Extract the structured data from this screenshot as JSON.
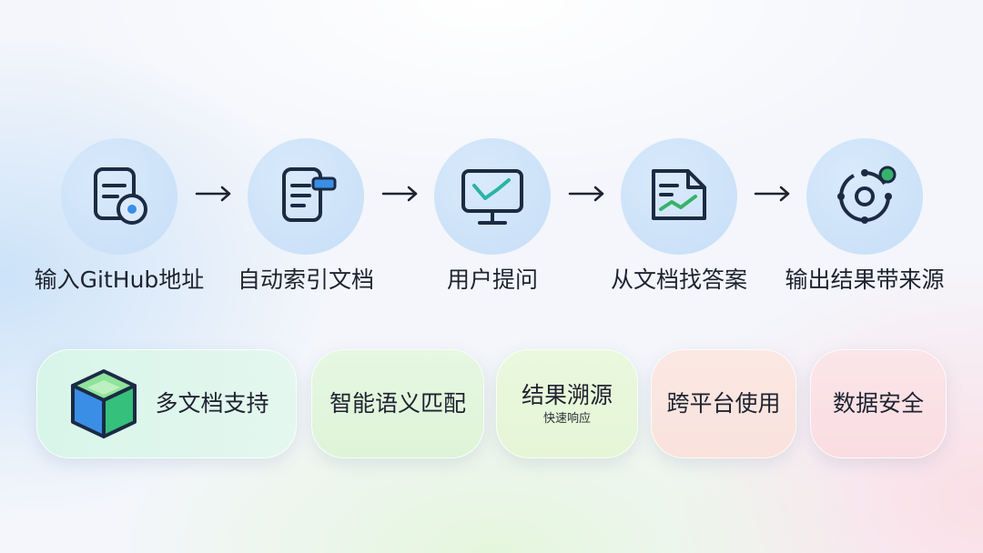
{
  "steps": [
    {
      "label": "输入GitHub地址",
      "icon": "document-settings-icon"
    },
    {
      "label": "自动索引文档",
      "icon": "document-index-icon"
    },
    {
      "label": "用户提问",
      "icon": "monitor-icon"
    },
    {
      "label": "从文档找答案",
      "icon": "document-chart-icon"
    },
    {
      "label": "输出结果带来源",
      "icon": "network-nodes-icon"
    }
  ],
  "arrow_icon": "arrow-right-icon",
  "features": [
    {
      "title": "多文档支持",
      "sub": "",
      "icon": "cube-icon"
    },
    {
      "title": "智能语义匹配",
      "sub": ""
    },
    {
      "title": "结果溯源",
      "sub": "快速响应"
    },
    {
      "title": "跨平台使用",
      "sub": ""
    },
    {
      "title": "数据安全",
      "sub": ""
    }
  ],
  "colors": {
    "icon_stroke": "#1c2a44",
    "accent_blue": "#3a8ee6",
    "accent_green": "#37b26c",
    "circle_fill": "#c9dff6"
  }
}
